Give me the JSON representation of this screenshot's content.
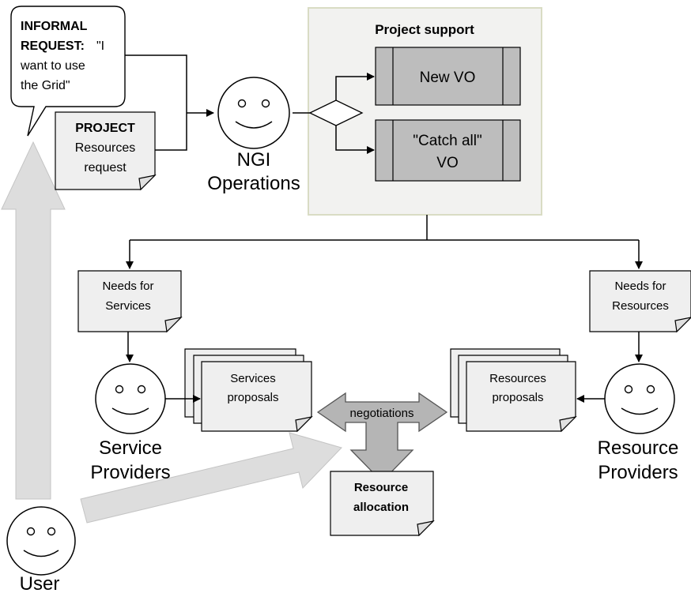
{
  "callout": {
    "bold_line1": "INFORMAL",
    "bold_line2": "REQUEST:",
    "line2_rest": "\"I",
    "line3": "want to use",
    "line4": "the Grid\""
  },
  "project_doc": {
    "bold": "PROJECT",
    "line2": "Resources",
    "line3": "request"
  },
  "ngi": {
    "line1": "NGI",
    "line2": "Operations"
  },
  "project_support": {
    "title": "Project support",
    "new_vo": "New VO",
    "catch_all_line1": "\"Catch all\"",
    "catch_all_line2": "VO"
  },
  "needs_services": {
    "line1": "Needs for",
    "line2": "Services"
  },
  "needs_resources": {
    "line1": "Needs for",
    "line2": "Resources"
  },
  "service_proposals": {
    "line1": "Services",
    "line2": "proposals"
  },
  "resource_proposals": {
    "line1": "Resources",
    "line2": "proposals"
  },
  "negotiations": "negotiations",
  "resource_allocation": {
    "line1": "Resource",
    "line2": "allocation"
  },
  "service_providers": {
    "line1": "Service",
    "line2": "Providers"
  },
  "resource_providers": {
    "line1": "Resource",
    "line2": "Providers"
  },
  "user": "User",
  "colors": {
    "panel_fill": "#f2f2f0",
    "panel_border": "#d9dcc4",
    "process_fill": "#bdbdbd",
    "note_fill": "#efefef",
    "user_arrow": "#dddddd",
    "negotiation_arrow": "#b5b5b5"
  }
}
